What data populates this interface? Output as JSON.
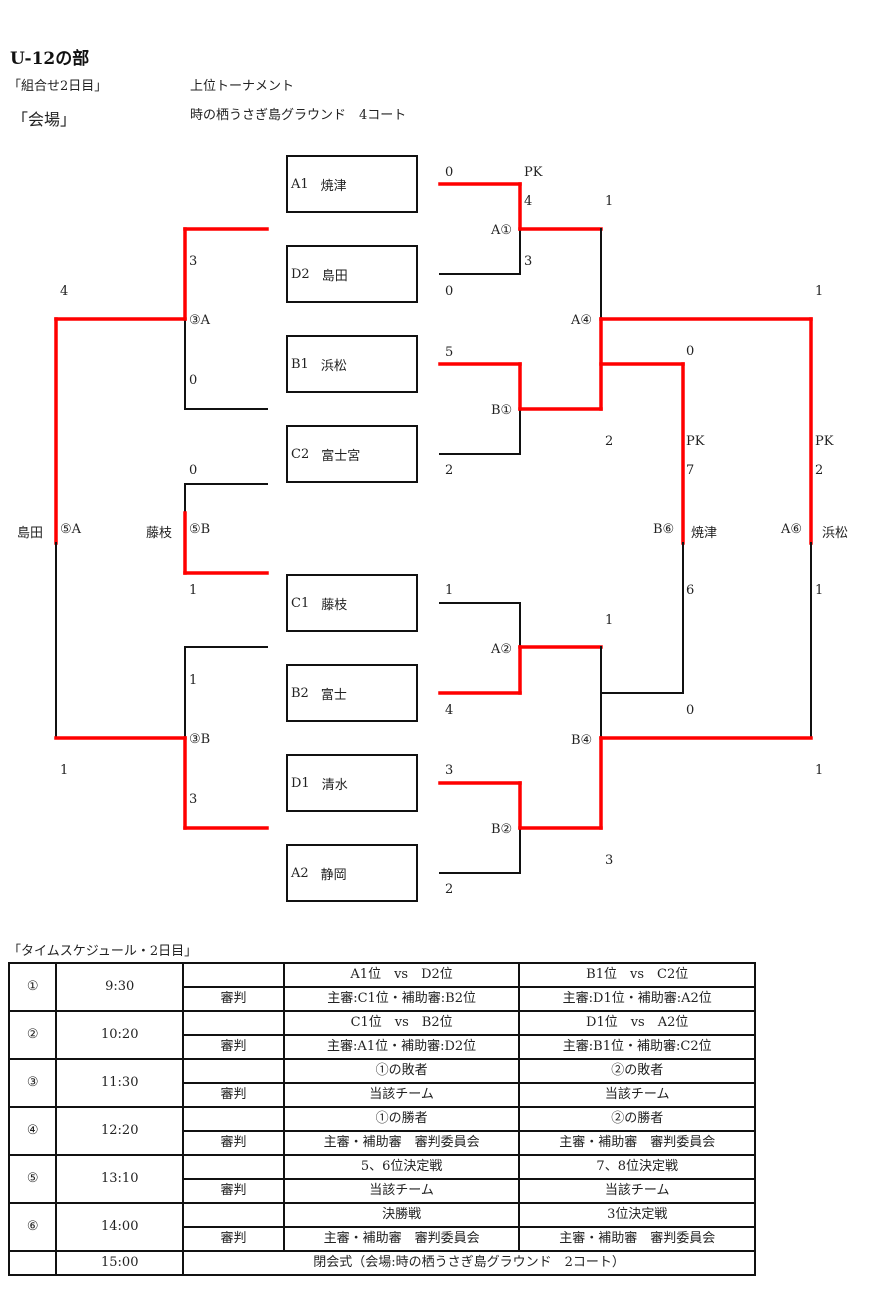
{
  "header": {
    "title": "U-12の部",
    "day_label": "「組合せ2日目」",
    "bracket_type": "上位トーナメント",
    "venue_label": "「会場」",
    "venue": "時の栖うさぎ島グラウンド　4コート"
  },
  "bracket": {
    "teams": [
      {
        "seed": "A1",
        "name": "焼津"
      },
      {
        "seed": "D2",
        "name": "島田"
      },
      {
        "seed": "B1",
        "name": "浜松"
      },
      {
        "seed": "C2",
        "name": "富士宮"
      },
      {
        "seed": "C1",
        "name": "藤枝"
      },
      {
        "seed": "B2",
        "name": "富士"
      },
      {
        "seed": "D1",
        "name": "清水"
      },
      {
        "seed": "A2",
        "name": "静岡"
      }
    ],
    "matches": {
      "A1": {
        "label": "A①",
        "top_score": "0",
        "bottom_score": "0",
        "pk_label": "PK",
        "pk_top": "4",
        "pk_bottom": "3"
      },
      "B1": {
        "label": "B①",
        "top_score": "5",
        "bottom_score": "2"
      },
      "A2": {
        "label": "A②",
        "top_score": "1",
        "bottom_score": "4"
      },
      "B2": {
        "label": "B②",
        "top_score": "3",
        "bottom_score": "2"
      },
      "A4": {
        "label": "A④",
        "top_score": "1",
        "bottom_score": "2"
      },
      "B4": {
        "label": "B④",
        "top_score": "1",
        "bottom_score": "3"
      },
      "B6": {
        "label": "B⑥",
        "winner": "焼津",
        "top_score": "0",
        "bottom_score": "0",
        "pk_label": "PK",
        "pk_top": "7",
        "pk_bottom": "6"
      },
      "A6": {
        "label": "A⑥",
        "winner": "浜松",
        "top_score": "1",
        "bottom_score": "1",
        "pk_label": "PK",
        "pk_top": "2",
        "pk_bottom": "1"
      },
      "A3": {
        "label": "③A",
        "top_score": "3",
        "bottom_score": "0"
      },
      "B3": {
        "label": "③B",
        "top_score": "1",
        "bottom_score": "3"
      },
      "A5": {
        "label": "⑤A",
        "winner": "島田",
        "top_score": "4",
        "bottom_score": "1"
      },
      "B5": {
        "label": "⑤B",
        "winner": "藤枝",
        "top_score": "0",
        "bottom_score": "1"
      }
    },
    "colors": {
      "winner_line": "#ff0000",
      "line": "#111111"
    }
  },
  "schedule": {
    "title": "「タイムスケジュール・2日目」",
    "referee_label": "審判",
    "rows": [
      {
        "no": "①",
        "time": "9:30",
        "match1": "A1位　vs　D2位",
        "match2": "B1位　vs　C2位",
        "ref1": "主審:C1位・補助審:B2位",
        "ref2": "主審:D1位・補助審:A2位"
      },
      {
        "no": "②",
        "time": "10:20",
        "match1": "C1位　vs　B2位",
        "match2": "D1位　vs　A2位",
        "ref1": "主審:A1位・補助審:D2位",
        "ref2": "主審:B1位・補助審:C2位"
      },
      {
        "no": "③",
        "time": "11:30",
        "match1": "①の敗者",
        "match2": "②の敗者",
        "ref1": "当該チーム",
        "ref2": "当該チーム"
      },
      {
        "no": "④",
        "time": "12:20",
        "match1": "①の勝者",
        "match2": "②の勝者",
        "ref1": "主審・補助審　審判委員会",
        "ref2": "主審・補助審　審判委員会"
      },
      {
        "no": "⑤",
        "time": "13:10",
        "match1": "5、6位決定戦",
        "match2": "7、8位決定戦",
        "ref1": "当該チーム",
        "ref2": "当該チーム"
      },
      {
        "no": "⑥",
        "time": "14:00",
        "match1": "決勝戦",
        "match2": "3位決定戦",
        "ref1": "主審・補助審　審判委員会",
        "ref2": "主審・補助審　審判委員会"
      }
    ],
    "closing": {
      "time": "15:00",
      "text": "閉会式（会場:時の栖うさぎ島グラウンド　2コート）"
    }
  }
}
